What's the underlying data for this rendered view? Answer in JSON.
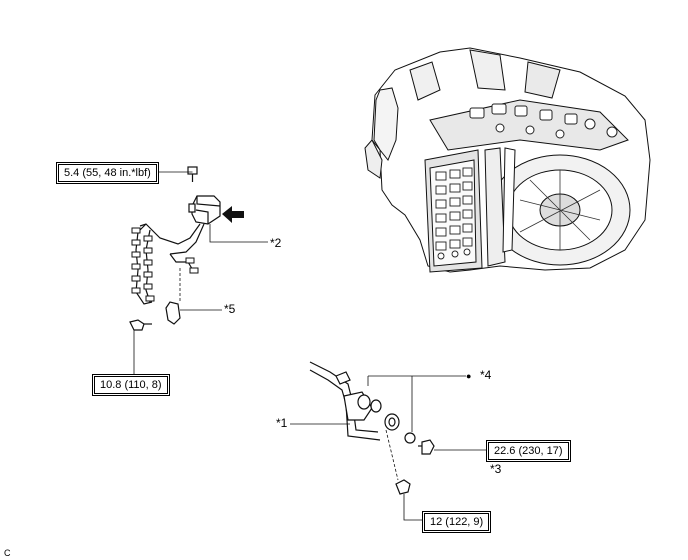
{
  "torque_specs": {
    "sensor_bolt": "5.4 (55, 48 in.*lbf)",
    "harness_bolt": "10.8 (110, 8)",
    "union_bolt": "22.6 (230, 17)",
    "pipe_bolt": "12 (122, 9)"
  },
  "callouts": {
    "c1": "*1",
    "c2": "*2",
    "c3": "*3",
    "c4": "*4",
    "c5": "*5",
    "bullet": "●"
  },
  "corner_label": "C",
  "icons": {
    "arrow": "arrow-left-icon",
    "transaxle": "transaxle-assembly-illustration"
  }
}
